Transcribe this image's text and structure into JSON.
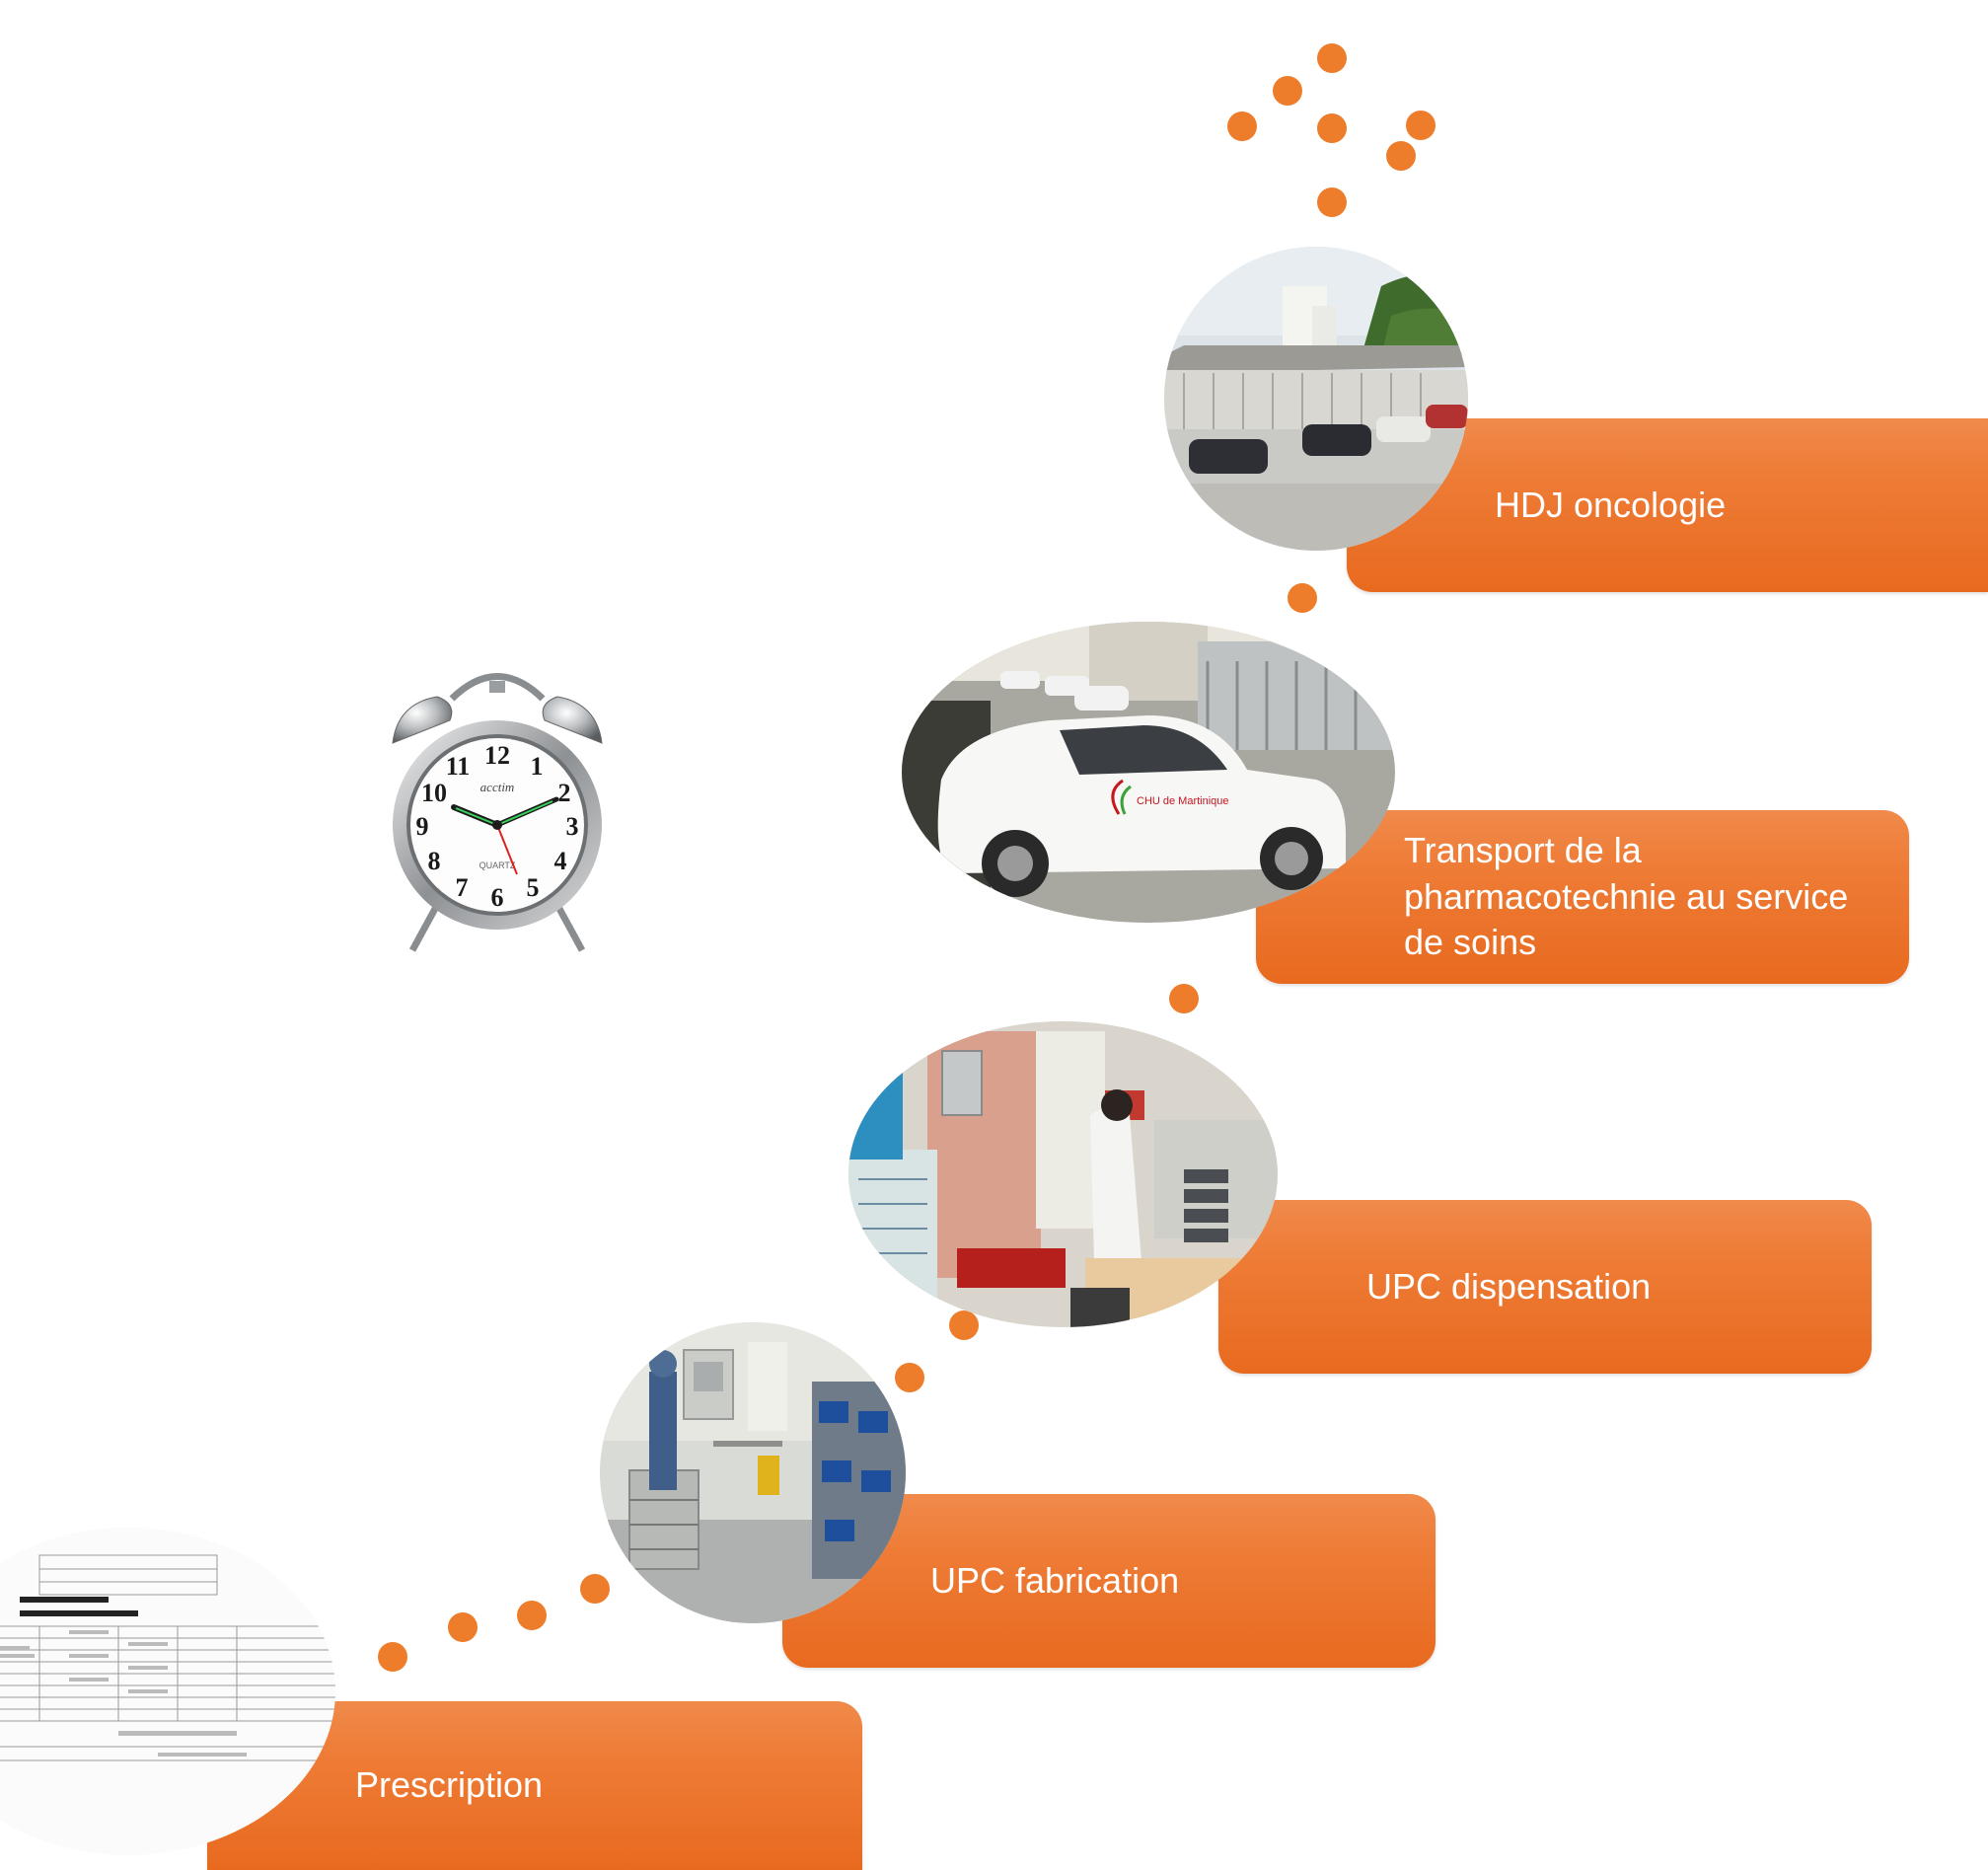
{
  "steps": [
    {
      "id": "prescription",
      "label": "Prescription",
      "photo": "prescription-document"
    },
    {
      "id": "upc-fabrication",
      "label": "UPC fabrication",
      "photo": "cleanroom-preparation"
    },
    {
      "id": "upc-dispensation",
      "label": "UPC dispensation",
      "photo": "pharmacy-dispensing-room"
    },
    {
      "id": "transport",
      "label": "Transport de la pharmacotechnie au service de soins",
      "photo": "delivery-car"
    },
    {
      "id": "hdj-oncologie",
      "label": "HDJ oncologie",
      "photo": "hospital-building"
    }
  ],
  "car_logo": "CHU de Martinique",
  "clock": {
    "icon": "alarm-clock-icon",
    "brand": "acctim",
    "subtext": "QUARTZ"
  },
  "colors": {
    "accent": "#ee7d2b",
    "box_top": "#f08a4b",
    "box_bottom": "#e86a1f",
    "text": "#ffffff"
  }
}
